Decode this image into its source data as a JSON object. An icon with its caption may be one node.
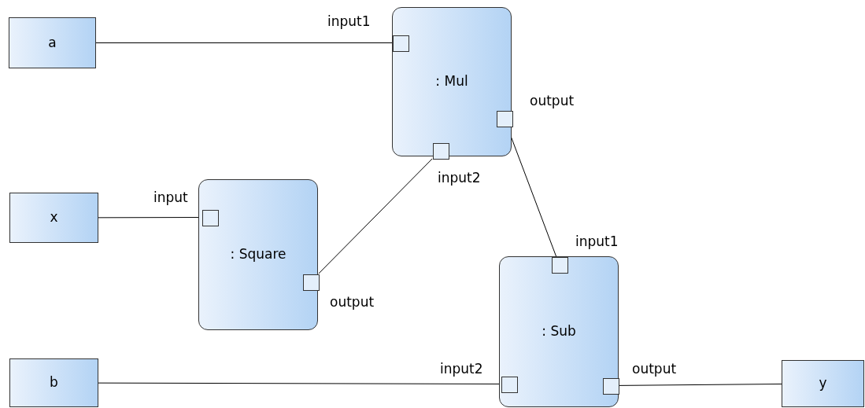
{
  "diagram": {
    "nodes": [
      {
        "text": [
          "a"
        ]
      },
      {
        "text": [
          ": Mul"
        ]
      },
      {
        "text": [],
        "shape": "box",
        "in": 1,
        "beside": [
          "input1"
        ]
      },
      {
        "text": [],
        "shape": "box",
        "in": 1,
        "beside": [
          "output"
        ]
      },
      {
        "text": [],
        "shape": "box",
        "in": 1,
        "beside": [
          "input2"
        ]
      },
      {
        "text": [
          "x"
        ]
      },
      {
        "text": [
          ": Square"
        ]
      },
      {
        "text": [],
        "shape": "box",
        "in": 6,
        "beside": [
          "input"
        ]
      },
      {
        "text": [],
        "shape": "box",
        "in": 6,
        "beside": [
          "output"
        ]
      },
      {
        "text": [
          ": Sub"
        ]
      },
      {
        "text": [],
        "shape": "box",
        "in": 9,
        "beside": [
          "input1"
        ]
      },
      {
        "text": [
          "b"
        ]
      },
      {
        "text": [],
        "shape": "box",
        "in": 9,
        "beside": [
          "input2"
        ]
      },
      {
        "text": [],
        "shape": "box",
        "in": 9,
        "beside": [
          "output"
        ]
      },
      {
        "text": [
          "y"
        ]
      }
    ],
    "edges": [
      {
        "from": 0,
        "to": 2,
        "arrow": "none"
      },
      {
        "from": 5,
        "to": 7,
        "arrow": "none"
      },
      {
        "from": 8,
        "to": 4,
        "arrow": "none"
      },
      {
        "from": 3,
        "to": 10,
        "arrow": "none"
      },
      {
        "from": 11,
        "to": 12,
        "arrow": "none"
      },
      {
        "from": 13,
        "to": 14,
        "arrow": "none"
      }
    ]
  }
}
